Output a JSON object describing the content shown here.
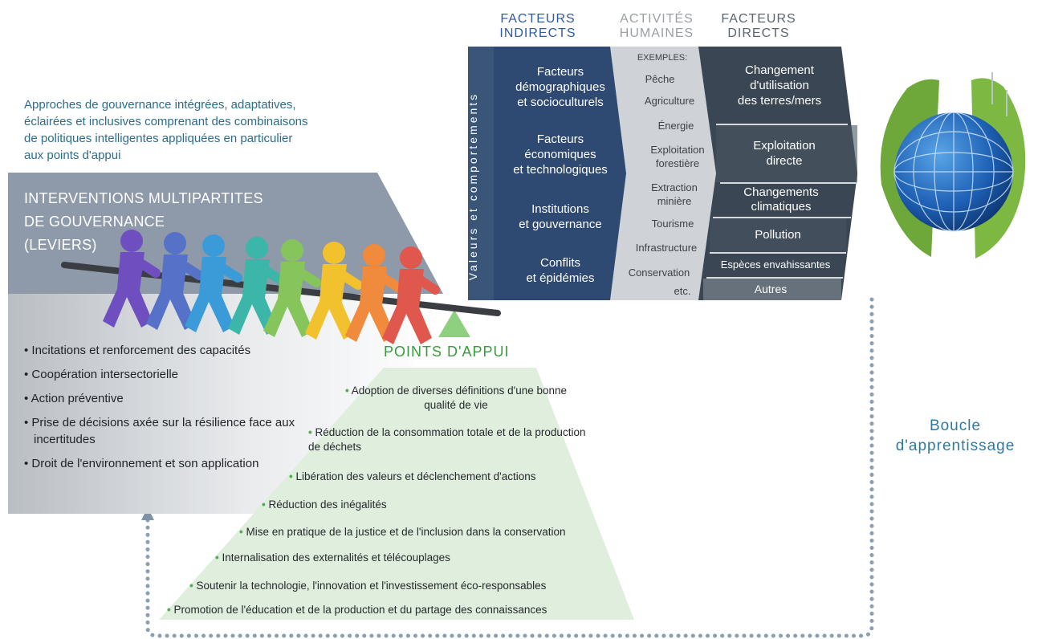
{
  "headers": {
    "indirect": [
      "FACTEURS",
      "INDIRECTS"
    ],
    "activities": [
      "ACTIVITÉS",
      "HUMAINES"
    ],
    "direct": [
      "FACTEURS",
      "DIRECTS"
    ]
  },
  "values_label": "Valeurs et comportements",
  "indirect_drivers": [
    [
      "Facteurs",
      "démographiques",
      "et socioculturels"
    ],
    [
      "Facteurs",
      "économiques",
      "et technologiques"
    ],
    [
      "Institutions",
      "et gouvernance"
    ],
    [
      "Conflits",
      "et épidémies"
    ]
  ],
  "activities": {
    "examples_label": "EXEMPLES:",
    "items": [
      "Pêche",
      "Agriculture",
      "Énergie",
      "Exploitation forestière",
      "Extraction minière",
      "Tourisme",
      "Infrastructure",
      "Conservation"
    ],
    "etc": "etc."
  },
  "direct_drivers": [
    [
      "Changement",
      "d'utilisation",
      "des terres/mers"
    ],
    [
      "Exploitation",
      "directe"
    ],
    [
      "Changements",
      "climatiques"
    ],
    [
      "Pollution"
    ],
    [
      "Espèces envahissantes"
    ],
    [
      "Autres"
    ]
  ],
  "governance_text": [
    "Approches de gouvernance intégrées, adaptatives,",
    "éclairées et inclusives comprenant des combinaisons",
    "de politiques intelligentes appliquées en particulier",
    "aux points d'appui"
  ],
  "interventions_title": [
    "INTERVENTIONS MULTIPARTITES",
    "DE GOUVERNANCE",
    "(LEVIERS)"
  ],
  "levers": [
    "Incitations et renforcement des capacités",
    "Coopération intersectorielle",
    "Action préventive",
    "Prise de décisions axée sur la résilience face aux incertitudes",
    "Droit de l'environnement et son application"
  ],
  "leverage_points_title": "POINTS D'APPUI",
  "leverage_points": [
    "Adoption de diverses définitions d'une bonne qualité de vie",
    "Réduction de la consommation totale et de la production de déchets",
    "Libération des valeurs et déclenchement d'actions",
    "Réduction des inégalités",
    "Mise en pratique de la justice et de l'inclusion dans la conservation",
    "Internalisation des externalités et télécouplages",
    "Soutenir la technologie, l'innovation et l'investissement éco-responsables",
    "Promotion de l'éducation et de la production et du partage des connaissances"
  ],
  "learning_loop": [
    "Boucle",
    "d'apprentissage"
  ],
  "colors": {
    "indirect_column": "#2f4a72",
    "values_bar": "#3b5578",
    "activities_column": "#cfd3d7",
    "direct_column": "#3a4653",
    "interventions_panel": "#8e9aaa",
    "leverage_pyramid": "#dfeedd",
    "leverage_accent": "#3a9a3f",
    "learning_loop": "#8aa0b2"
  },
  "figure_colors": [
    "#6f4fbf",
    "#5572c8",
    "#3a9bd8",
    "#3bb6a8",
    "#86c55b",
    "#f2c12e",
    "#f08a3c",
    "#e0574d"
  ]
}
